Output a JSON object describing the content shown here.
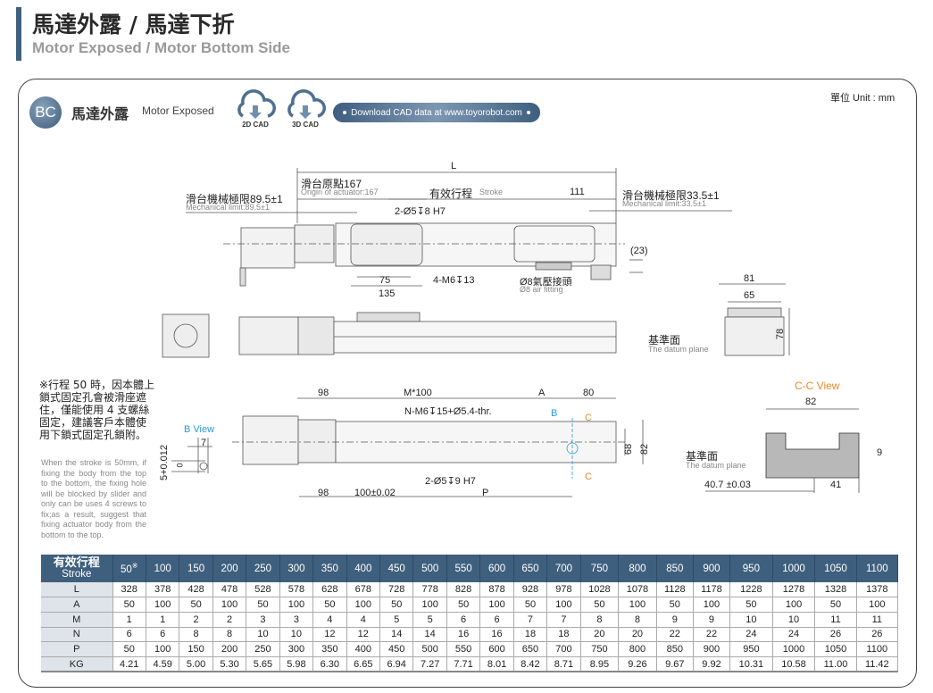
{
  "header": {
    "title": "馬達外露 / 馬達下折",
    "subtitle": "Motor Exposed / Motor Bottom Side"
  },
  "unit": "單位 Unit : mm",
  "section": {
    "badge": "BC",
    "title_zh": "馬達外露",
    "title_en": "Motor Exposed",
    "cad_buttons": [
      {
        "label": "2D CAD",
        "icon": "cloud-download-icon"
      },
      {
        "label": "3D CAD",
        "icon": "cloud-download-icon"
      }
    ],
    "download": "Download CAD data at www.toyorobot.com"
  },
  "top_view": {
    "L": "L",
    "origin_zh": "滑台原點167",
    "origin_en": "Origin of actuator:167",
    "stroke_zh": "有效行程",
    "stroke_en": "Stroke",
    "d111": "111",
    "mech_left_zh": "滑台機械極限89.5±1",
    "mech_left_en": "Mechanical limit:89.5±1",
    "mech_right_zh": "滑台機械極限33.5±1",
    "mech_right_en": "Mechanical limit:33.5±1",
    "pin": "2-Ø5↧8 H7",
    "d23": "(23)",
    "d75": "75",
    "d135": "135",
    "tap": "4-M6↧13",
    "air_zh": "Ø8氣壓接頭",
    "air_en": "Ø8 air fitting"
  },
  "end_view": {
    "d81": "81",
    "d65": "65",
    "d78": "78",
    "datum_zh": "基準面",
    "datum_en": "The datum plane"
  },
  "bottom_view": {
    "d98a": "98",
    "m100": "M*100",
    "A": "A",
    "d80": "80",
    "ntap": "N-M6↧15+Ø5.4-thr.",
    "B": "B",
    "C1": "C",
    "C2": "C",
    "d68": "68",
    "d82": "82",
    "pin": "2-Ø5↧9 H7",
    "d98b": "98",
    "d100": "100±0.02",
    "P": "P"
  },
  "b_view": {
    "title": "B View",
    "d7": "7",
    "tol": "5+0.012",
    "tol0": "0"
  },
  "cc_view": {
    "title": "C-C View",
    "d82": "82",
    "d9": "9",
    "datum_zh": "基準面",
    "datum_en": "The datum plane",
    "d407": "40.7 ±0.03",
    "d41": "41"
  },
  "note": {
    "zh": "※行程 50 時，因本體上鎖式固定孔會被滑座遮住，僅能使用 4 支螺絲固定，建議客戶本體使用下鎖式固定孔鎖附。",
    "en": "When the stroke is 50mm, if fixing the body from the top to the bottom, the fixing hole will be blocked by slider and only can be uses 4 screws to fix;as a result, suggest that fixing actuator body from the bottom to the top."
  },
  "table": {
    "header_zh": "有效行程",
    "header_en": "Stroke",
    "note_mark": "※",
    "strokes": [
      "50",
      "100",
      "150",
      "200",
      "250",
      "300",
      "350",
      "400",
      "450",
      "500",
      "550",
      "600",
      "650",
      "700",
      "750",
      "800",
      "850",
      "900",
      "950",
      "1000",
      "1050",
      "1100"
    ],
    "rows": [
      {
        "label": "L",
        "values": [
          "328",
          "378",
          "428",
          "478",
          "528",
          "578",
          "628",
          "678",
          "728",
          "778",
          "828",
          "878",
          "928",
          "978",
          "1028",
          "1078",
          "1128",
          "1178",
          "1228",
          "1278",
          "1328",
          "1378"
        ]
      },
      {
        "label": "A",
        "values": [
          "50",
          "100",
          "50",
          "100",
          "50",
          "100",
          "50",
          "100",
          "50",
          "100",
          "50",
          "100",
          "50",
          "100",
          "50",
          "100",
          "50",
          "100",
          "50",
          "100",
          "50",
          "100"
        ]
      },
      {
        "label": "M",
        "values": [
          "1",
          "1",
          "2",
          "2",
          "3",
          "3",
          "4",
          "4",
          "5",
          "5",
          "6",
          "6",
          "7",
          "7",
          "8",
          "8",
          "9",
          "9",
          "10",
          "10",
          "11",
          "11"
        ]
      },
      {
        "label": "N",
        "values": [
          "6",
          "6",
          "8",
          "8",
          "10",
          "10",
          "12",
          "12",
          "14",
          "14",
          "16",
          "16",
          "18",
          "18",
          "20",
          "20",
          "22",
          "22",
          "24",
          "24",
          "26",
          "26"
        ]
      },
      {
        "label": "P",
        "values": [
          "50",
          "100",
          "150",
          "200",
          "250",
          "300",
          "350",
          "400",
          "450",
          "500",
          "550",
          "600",
          "650",
          "700",
          "750",
          "800",
          "850",
          "900",
          "950",
          "1000",
          "1050",
          "1100"
        ]
      },
      {
        "label": "KG",
        "values": [
          "4.21",
          "4.59",
          "5.00",
          "5.30",
          "5.65",
          "5.98",
          "6.30",
          "6.65",
          "6.94",
          "7.27",
          "7.71",
          "8.01",
          "8.42",
          "8.71",
          "8.95",
          "9.26",
          "9.67",
          "9.92",
          "10.31",
          "10.58",
          "11.00",
          "11.42"
        ]
      }
    ]
  }
}
